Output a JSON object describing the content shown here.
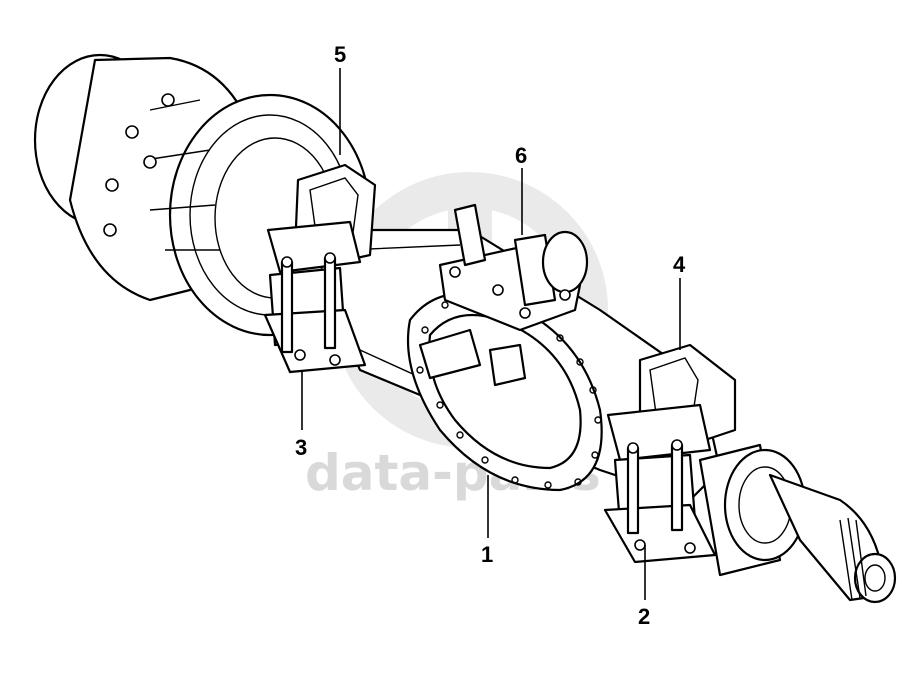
{
  "watermark": {
    "text": "data-parts",
    "color": "#d9d9d9"
  },
  "callouts": [
    {
      "id": "1",
      "label": "1"
    },
    {
      "id": "2",
      "label": "2"
    },
    {
      "id": "3",
      "label": "3"
    },
    {
      "id": "4",
      "label": "4"
    },
    {
      "id": "5",
      "label": "5"
    },
    {
      "id": "6",
      "label": "6"
    }
  ],
  "colors": {
    "line": "#000000",
    "background": "#ffffff"
  }
}
